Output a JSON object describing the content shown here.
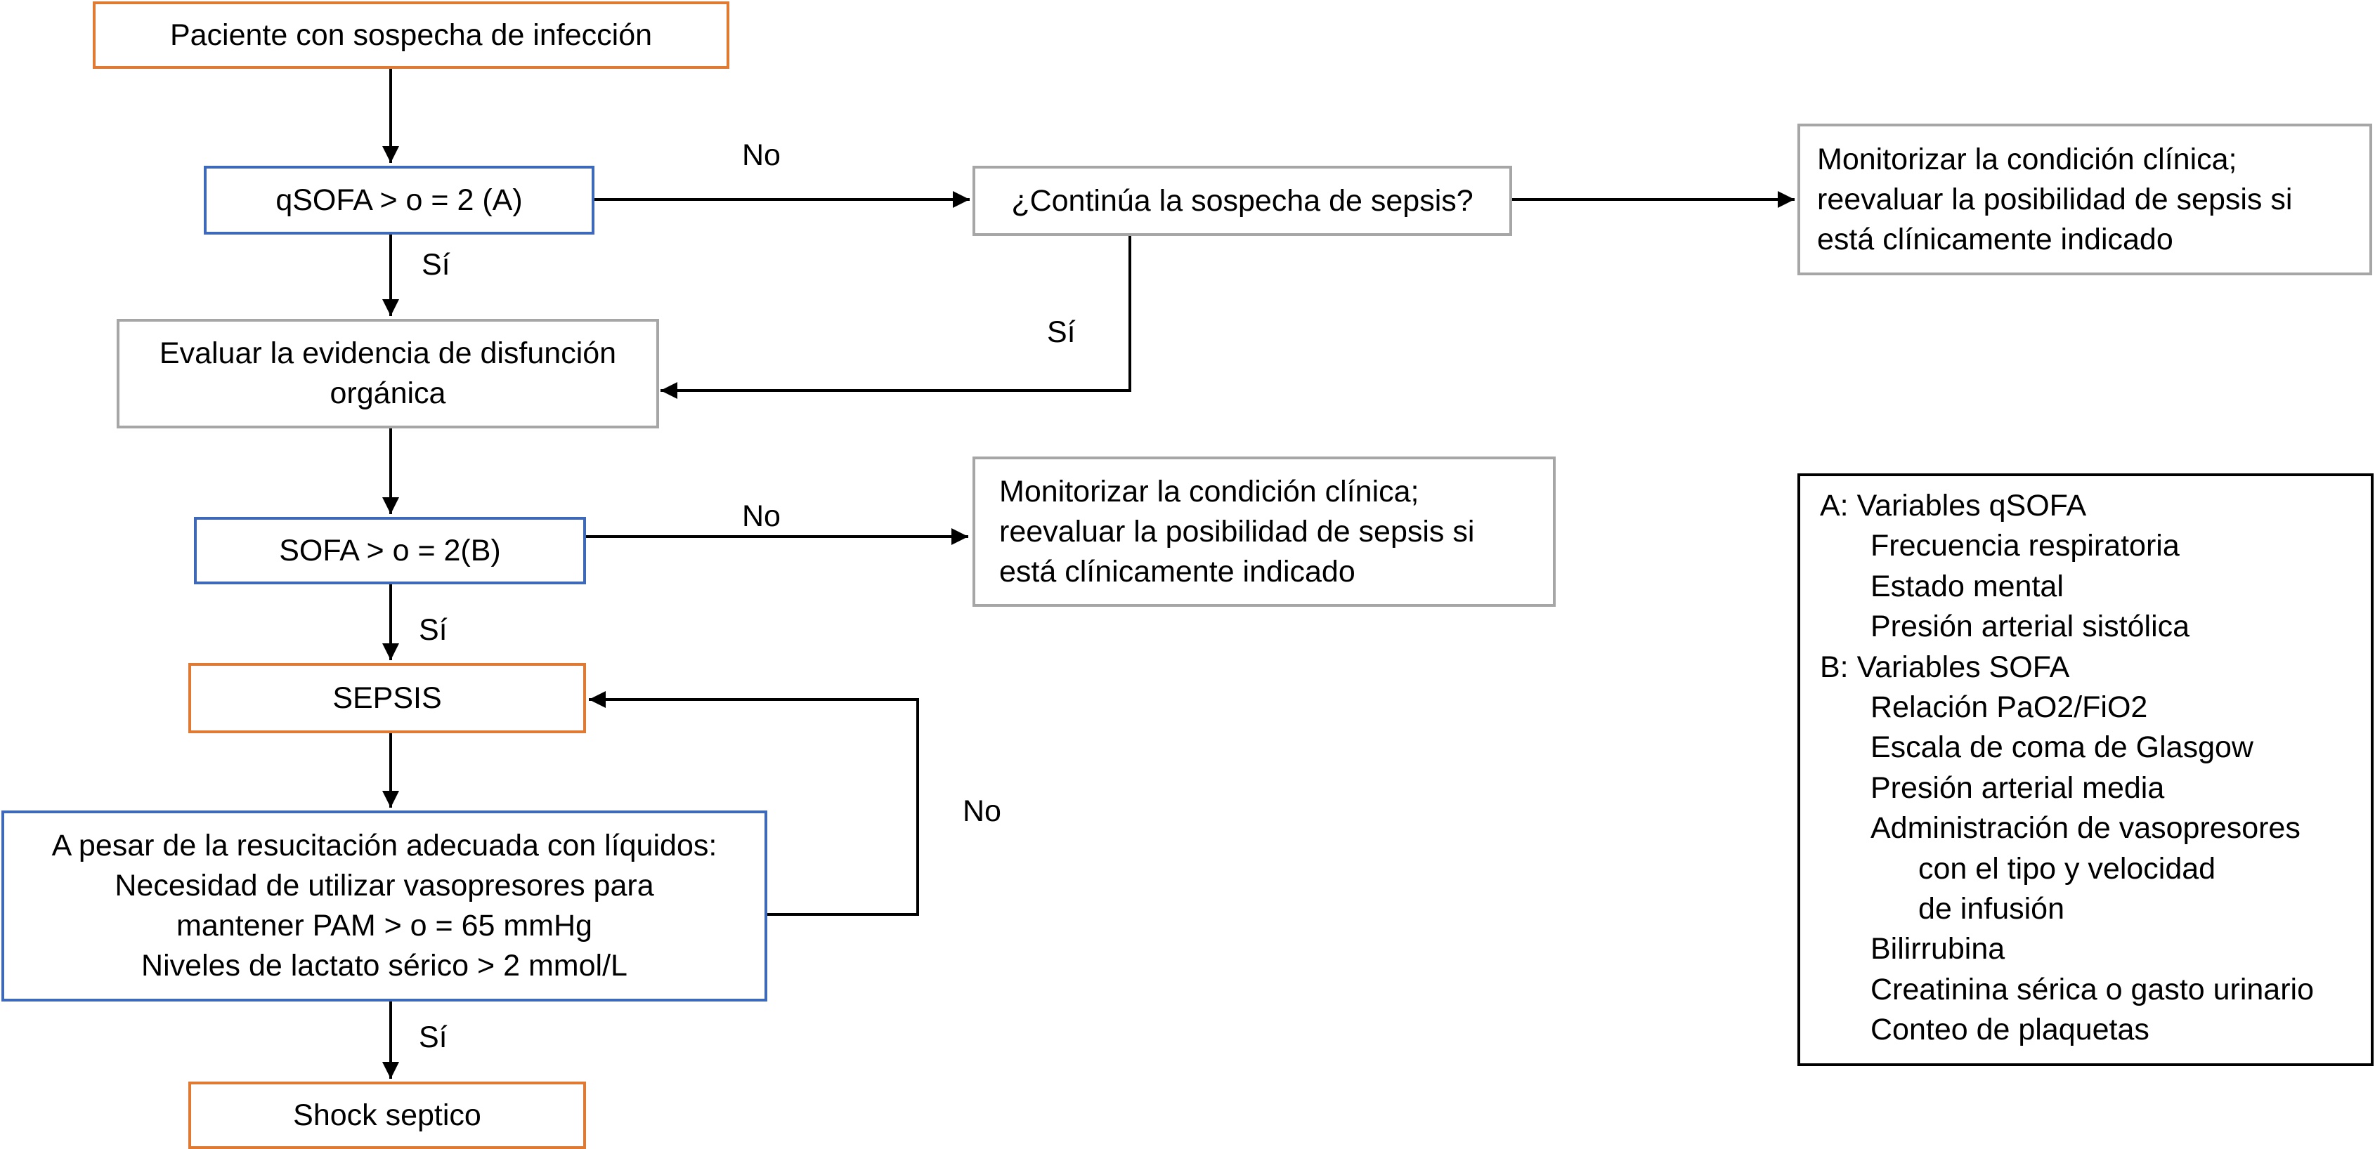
{
  "diagram": {
    "nodes": {
      "start": [
        "Paciente con sospecha de infección"
      ],
      "qsofa": [
        "qSOFA > o = 2 (A)"
      ],
      "continua": [
        "¿Continúa la sospecha de sepsis?"
      ],
      "monitor_top": [
        "Monitorizar la condición clínica;",
        "reevaluar la posibilidad de sepsis si",
        "está clínicamente indicado"
      ],
      "evaluar": [
        "Evaluar la evidencia de disfunción",
        "orgánica"
      ],
      "sofa": [
        "SOFA > o = 2(B)"
      ],
      "monitor_mid": [
        "Monitorizar la condición clínica;",
        "reevaluar la posibilidad de sepsis si",
        "está clínicamente indicado"
      ],
      "sepsis": [
        "SEPSIS"
      ],
      "resucitacion": [
        "A pesar de la resucitación adecuada con líquidos:",
        "Necesidad de utilizar vasopresores para",
        "mantener PAM > o = 65 mmHg",
        "Niveles de lactato sérico > 2 mmol/L"
      ],
      "shock": [
        "Shock septico"
      ]
    },
    "edge_labels": {
      "qsofa_no": "No",
      "qsofa_si": "Sí",
      "continua_si": "Sí",
      "sofa_no": "No",
      "sofa_si": "Sí",
      "resuc_no": "No",
      "resuc_si": "Sí"
    },
    "legend": {
      "a_title": "A: Variables  qSOFA",
      "a_items": [
        "Frecuencia respiratoria",
        "Estado mental",
        "Presión arterial sistólica"
      ],
      "b_title": "B: Variables SOFA",
      "b_items": [
        "Relación PaO2/FiO2",
        "Escala de coma de Glasgow",
        "Presión arterial media",
        "Administración de vasopresores"
      ],
      "b_subitems": [
        "con el tipo y velocidad",
        "de infusión"
      ],
      "b_items_after": [
        "Bilirrubina",
        "Creatinina sérica o gasto urinario",
        "Conteo de plaquetas"
      ]
    }
  },
  "colors": {
    "orange_border": "#E07A33",
    "blue_border": "#3E68B8",
    "gray_border": "#A6A6A6",
    "black_border": "#000000",
    "arrow": "#000000"
  }
}
